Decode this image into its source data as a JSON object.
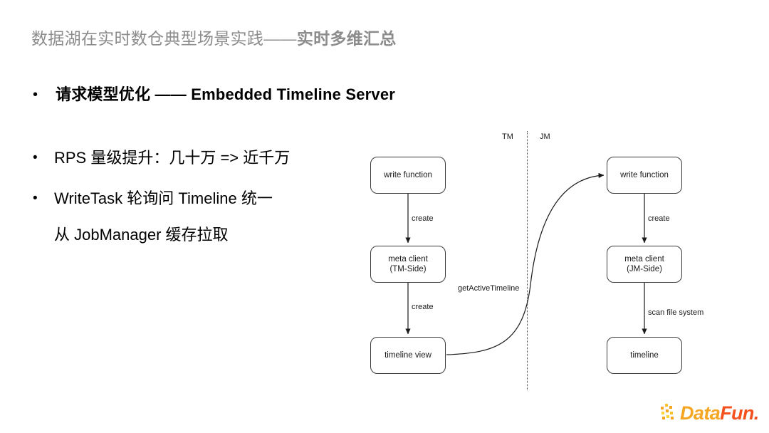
{
  "slide": {
    "title_plain": "数据湖在实时数仓典型场景实践——",
    "title_bold": "实时多维汇总",
    "title_color": "#8c8c8c"
  },
  "bullets": {
    "headline": {
      "marker": "•",
      "text": "请求模型优化 —— Embedded Timeline Server"
    },
    "items": [
      {
        "marker": "•",
        "text": "RPS 量级提升：几十万 => 近千万"
      },
      {
        "marker": "•",
        "text": "WriteTask 轮询问 Timeline 统一"
      }
    ],
    "continuation": "从 JobManager 缓存拉取"
  },
  "diagram": {
    "lanes": [
      {
        "id": "tm",
        "label": "TM"
      },
      {
        "id": "jm",
        "label": "JM"
      }
    ],
    "nodes": [
      {
        "id": "tm-write-function",
        "line1": "write function",
        "line2": ""
      },
      {
        "id": "tm-meta-client",
        "line1": "meta client",
        "line2": "(TM-Side)"
      },
      {
        "id": "tm-timeline-view",
        "line1": "timeline view",
        "line2": ""
      },
      {
        "id": "jm-write-function",
        "line1": "write function",
        "line2": ""
      },
      {
        "id": "jm-meta-client",
        "line1": "meta client",
        "line2": "(JM-Side)"
      },
      {
        "id": "jm-timeline",
        "line1": "timeline",
        "line2": ""
      }
    ],
    "edge_labels": {
      "tm_create_top": "create",
      "tm_create_bottom": "create",
      "jm_create": "create",
      "jm_scan": "scan file system",
      "cross_call": "getActiveTimeline"
    }
  },
  "logo": {
    "text_data": "Data",
    "text_fun": "Fun.",
    "color_data": "#f5a623",
    "color_fun": "#f4511e"
  }
}
